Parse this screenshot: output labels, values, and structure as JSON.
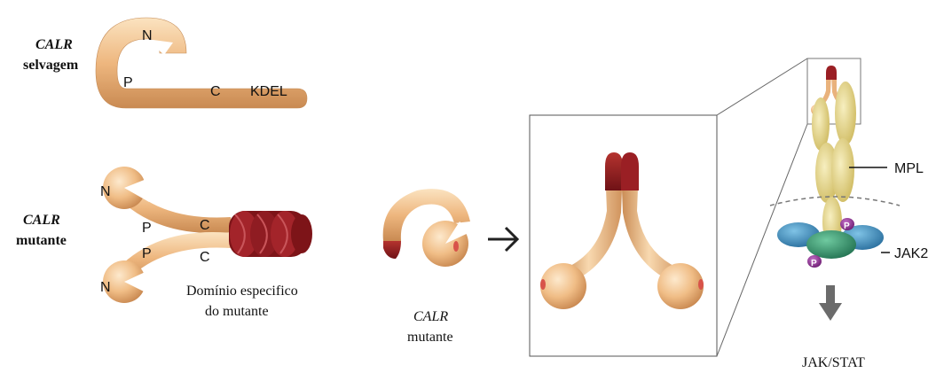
{
  "wild_type": {
    "gene": "CALR",
    "label": "selvagem",
    "domains": {
      "n": "N",
      "p": "P",
      "c": "C",
      "tail": "KDEL"
    }
  },
  "mutant": {
    "gene": "CALR",
    "label": "mutante",
    "domains": {
      "n_top": "N",
      "n_bottom": "N",
      "p_top": "P",
      "p_bottom": "P",
      "c_top": "C",
      "c_bottom": "C"
    },
    "specific_domain_line1": "Domínio especifico",
    "specific_domain_line2": "do  mutante"
  },
  "mutant_single": {
    "gene": "CALR",
    "label": "mutante"
  },
  "receptor": {
    "mpl": "MPL",
    "jak2": "JAK2",
    "phospho": "P",
    "pathway": "JAK/STAT"
  },
  "colors": {
    "protein_light": "#f6d3a4",
    "protein_mid": "#eab27a",
    "protein_dark": "#c9834a",
    "mutant_tail": "#8e1a1f",
    "mpl_yellow": "#e6d68a",
    "jak2_blue": "#3c90bf",
    "jak2_green": "#3b9e74",
    "phospho_purple": "#8a2d8f"
  }
}
